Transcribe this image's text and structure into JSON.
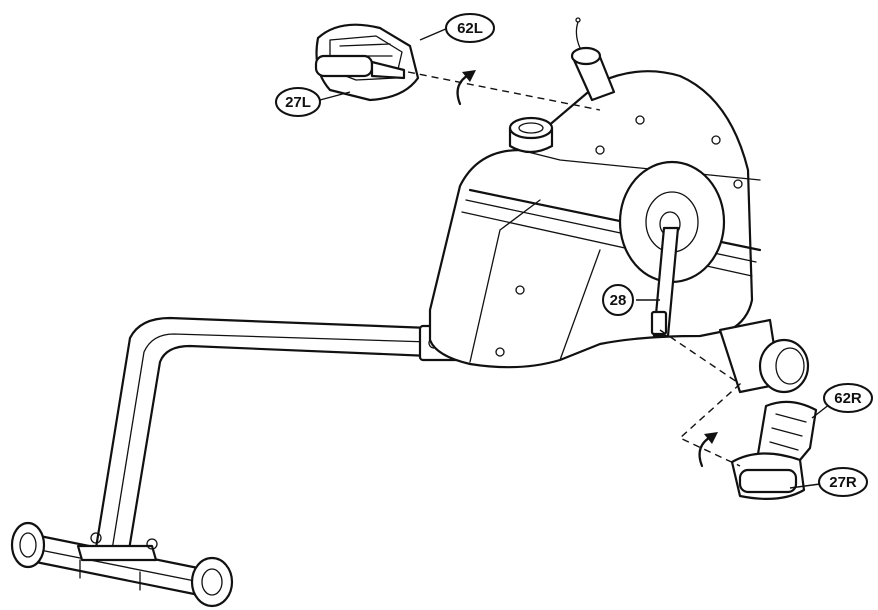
{
  "callouts": {
    "c62L": "62L",
    "c27L": "27L",
    "c28": "28",
    "c62R": "62R",
    "c27R": "27R"
  }
}
